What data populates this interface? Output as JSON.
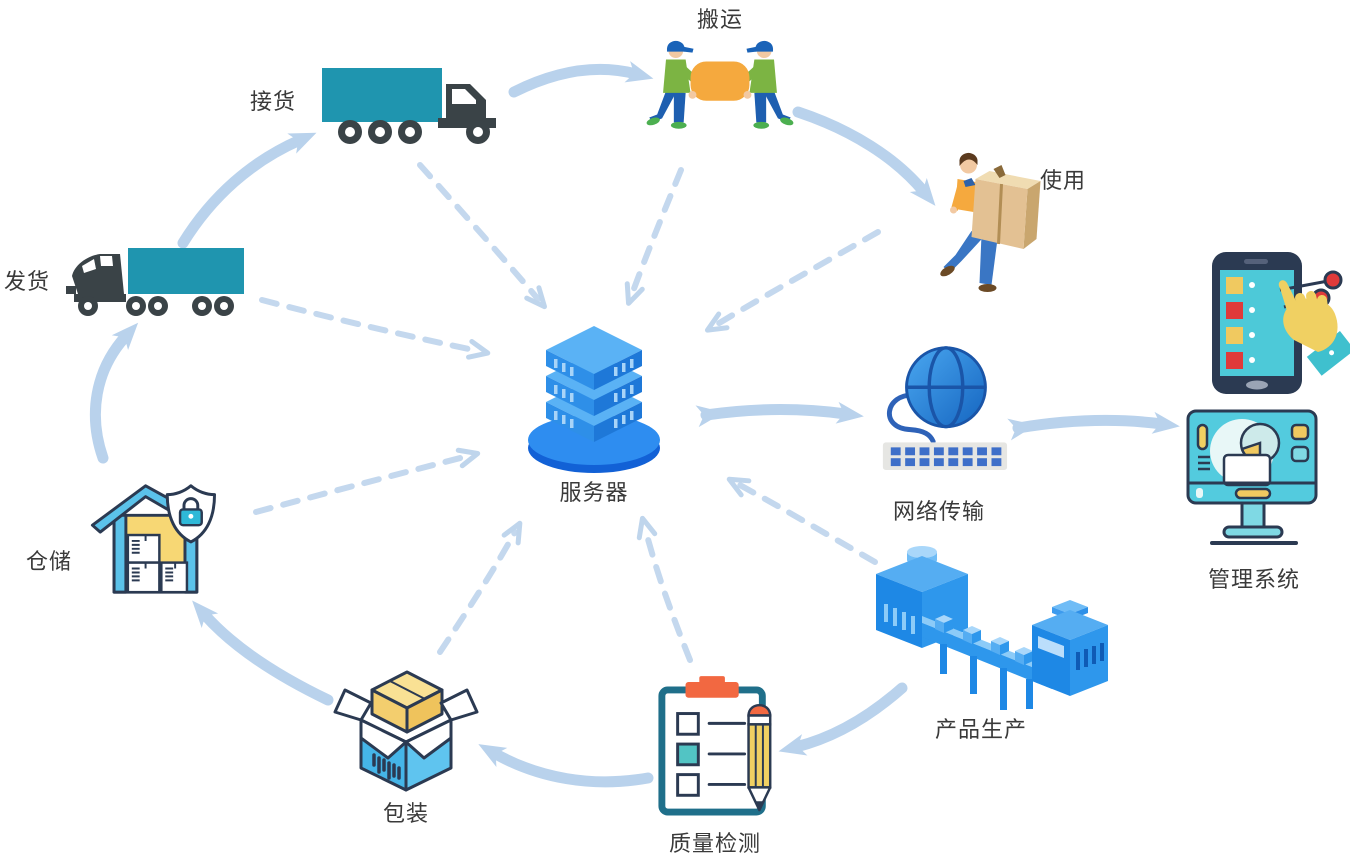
{
  "diagram": {
    "title_none": "",
    "center": {
      "id": "server",
      "label": "服务器"
    },
    "nodes": [
      {
        "id": "receive",
        "label": "接货"
      },
      {
        "id": "carry",
        "label": "搬运"
      },
      {
        "id": "use",
        "label": "使用"
      },
      {
        "id": "ship",
        "label": "发货"
      },
      {
        "id": "warehouse",
        "label": "仓储"
      },
      {
        "id": "package",
        "label": "包装"
      },
      {
        "id": "quality",
        "label": "质量检测"
      },
      {
        "id": "production",
        "label": "产品生产"
      },
      {
        "id": "network",
        "label": "网络传输"
      },
      {
        "id": "management",
        "label": "管理系统"
      }
    ],
    "solid_connections": [
      {
        "from": "warehouse",
        "to": "ship"
      },
      {
        "from": "ship",
        "to": "receive"
      },
      {
        "from": "receive",
        "to": "carry"
      },
      {
        "from": "carry",
        "to": "use"
      },
      {
        "from": "production",
        "to": "quality"
      },
      {
        "from": "quality",
        "to": "package"
      },
      {
        "from": "package",
        "to": "warehouse"
      },
      {
        "from": "server",
        "to": "network",
        "bidirectional": true
      },
      {
        "from": "network",
        "to": "management",
        "bidirectional": true
      }
    ],
    "dashed_connections_to_server": [
      "receive",
      "carry",
      "use",
      "ship",
      "warehouse",
      "package",
      "quality",
      "production"
    ],
    "colors": {
      "arrow_solid": "#B9D2EC",
      "arrow_dashed": "#C4D8EE",
      "server_blue": "#2E8DF0",
      "truck_teal": "#1F95AF",
      "truck_dark": "#3A4347",
      "outline_navy": "#2B3A52",
      "box_blue": "#45B5E8",
      "warm_yellow": "#F7D774",
      "carton_orange": "#F5A93E",
      "clip_orange": "#F26841",
      "teal": "#3FC0CE",
      "worker_green": "#7CB443",
      "denim_blue": "#1E5FB0",
      "globe_blue": "#1E88E5",
      "alert_red": "#E03A3A"
    }
  }
}
